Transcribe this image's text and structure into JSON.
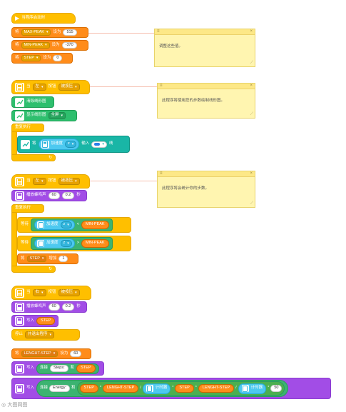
{
  "script1": {
    "hat": "当程序启动时",
    "rows": [
      {
        "verb": "将",
        "var": "MAX-PEAK",
        "op": "设为",
        "value": "515"
      },
      {
        "verb": "将",
        "var": "MIN-PEAK",
        "op": "设为",
        "value": "-370"
      },
      {
        "verb": "将",
        "var": "STEP",
        "op": "设为",
        "value": "0"
      }
    ],
    "note": "调整这些值。"
  },
  "script2": {
    "hat": {
      "when": "当",
      "side": "左",
      "button": "按钮",
      "state": "被按压"
    },
    "clear_graph": "清除线形图",
    "show_graph": "显示线形图",
    "show_graph_mode": "全屏",
    "forever": "重复执行",
    "record": {
      "verb": "将",
      "sensor": "加速度",
      "axis": "z",
      "input": "输入",
      "suffix": "线"
    },
    "note": "此程序将使用您的步数绘制线形图。"
  },
  "script3": {
    "hat": {
      "when": "当",
      "side": "左",
      "button": "按钮",
      "state": "被按压"
    },
    "sound": {
      "label": "播放蜂鸣声",
      "freq": "60",
      "duration": "0.2",
      "unit": "秒"
    },
    "forever": "重复执行",
    "wait1": {
      "verb": "等待",
      "sensor": "加速度",
      "axis": "z",
      "cmp": "<",
      "var": "MIN-PEAK"
    },
    "wait2": {
      "verb": "等待",
      "sensor": "加速度",
      "axis": "z",
      "cmp": ">",
      "var": "MIN-PEAK"
    },
    "increase": {
      "verb": "将",
      "var": "STEP",
      "op": "增加",
      "value": "1"
    },
    "note": "此程序将会统计你的步数。"
  },
  "script4": {
    "hat": {
      "when": "当",
      "side": "右",
      "button": "按钮",
      "state": "被按压"
    },
    "sound": {
      "label": "播放蜂鸣声",
      "freq": "60",
      "duration": "0.2",
      "unit": "秒"
    },
    "write": {
      "label": "写入",
      "var": "STEP"
    },
    "stop": {
      "label": "停止",
      "target": "并退出程序"
    }
  },
  "script5": {
    "set": {
      "verb": "将",
      "var": "LENGHT-STEP",
      "op": "设为",
      "value": "60"
    },
    "write1": {
      "label": "写入",
      "join": "连接",
      "text": "Steps:",
      "and": "和",
      "var": "STEP"
    },
    "write2": {
      "label": "写入",
      "join": "连接",
      "text": "Energy:",
      "and": "和",
      "var1": "STEP",
      "op1": "*",
      "var2": "LENGHT-STEP",
      "op2": "/",
      "timer1": "计时器",
      "op3": "*",
      "var3": "STEP",
      "op4": "*",
      "var4": "LENGHT-STEP",
      "op5": "/",
      "timer2": "计时器",
      "op6": "*",
      "value": "50"
    }
  },
  "watermark": "大图网图"
}
